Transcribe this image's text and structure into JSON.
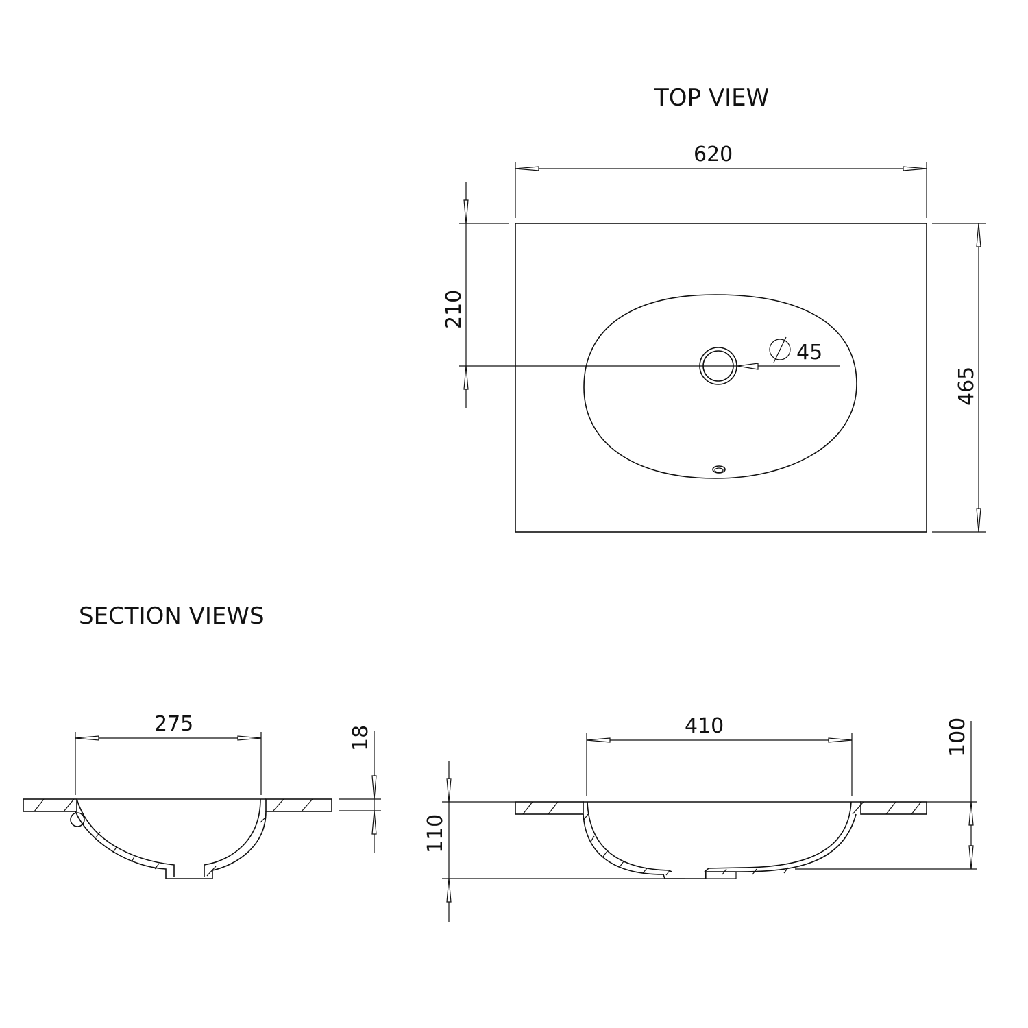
{
  "titles": {
    "top_view": "TOP VIEW",
    "section_views": "SECTION VIEWS"
  },
  "top_view": {
    "width_dim": "620",
    "depth_dim": "465",
    "drain_offset_dim": "210",
    "drain_diameter_symbol": "∅",
    "drain_diameter_dim": "45"
  },
  "section_left": {
    "bowl_width_dim": "275",
    "slab_thickness_dim": "18"
  },
  "section_right": {
    "bowl_width_dim": "410",
    "total_height_dim": "110",
    "bowl_depth_dim": "100"
  },
  "colors": {
    "line": "#111111",
    "background": "#ffffff"
  }
}
